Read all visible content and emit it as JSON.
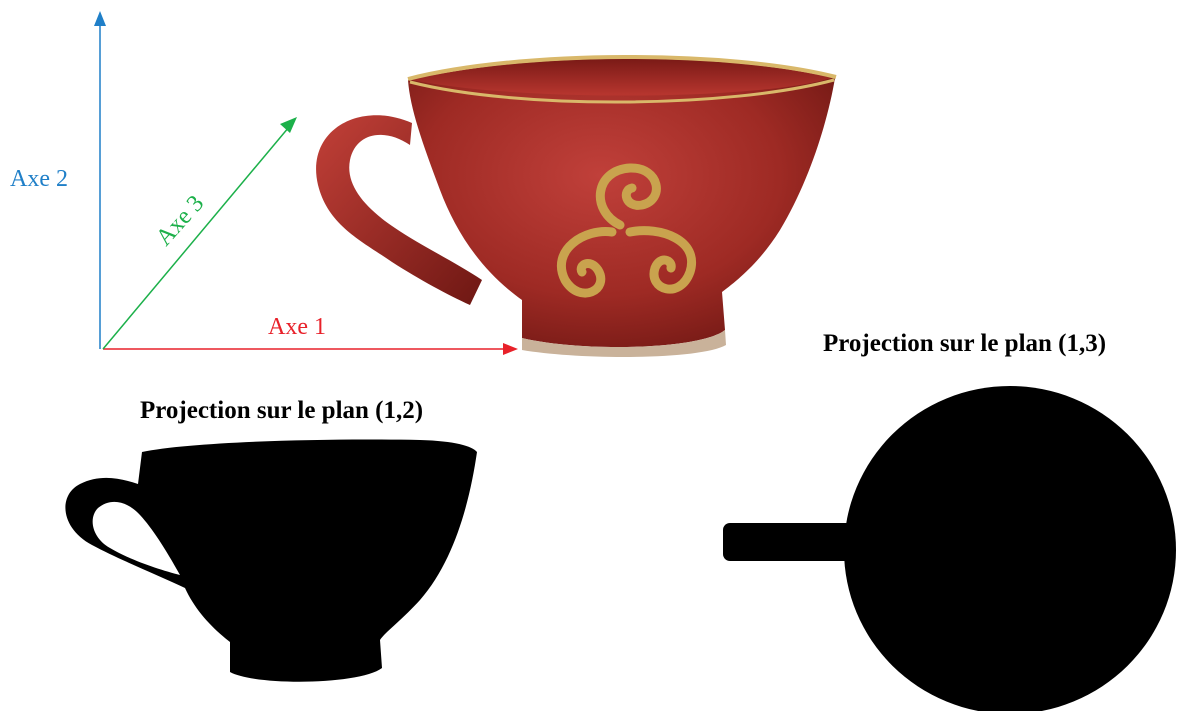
{
  "axes": {
    "axis1": {
      "label": "Axe 1",
      "color": "#e8212a"
    },
    "axis2": {
      "label": "Axe 2",
      "color": "#1f7fc8"
    },
    "axis3": {
      "label": "Axe 3",
      "color": "#1cb04a"
    }
  },
  "cup": {
    "body_color": "#9e2a24",
    "rim_color": "#d9b86a",
    "motif": "triskelion",
    "motif_color": "#c9a34e"
  },
  "projections": {
    "plane_1_2": {
      "caption": "Projection sur le plan (1,2)",
      "fill": "#000000"
    },
    "plane_1_3": {
      "caption": "Projection sur le plan (1,3)",
      "fill": "#000000"
    }
  }
}
